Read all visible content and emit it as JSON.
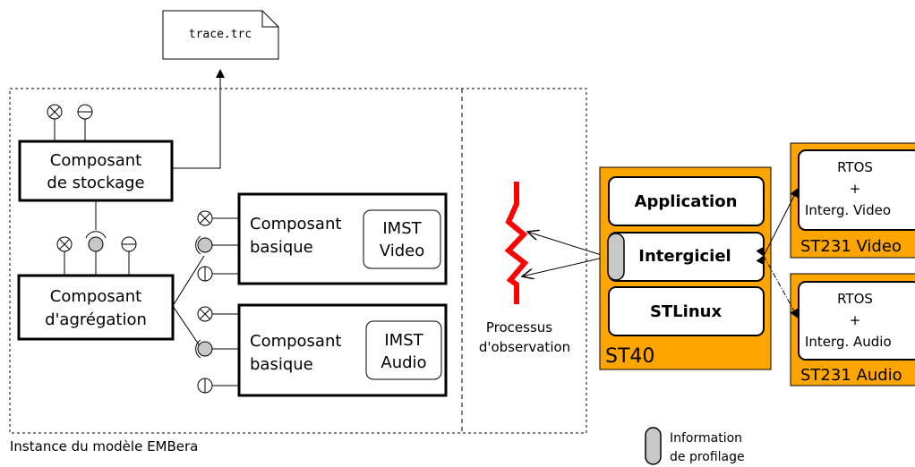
{
  "trace_file": "trace.trc",
  "instance_label": "Instance du modèle EMBera",
  "storage_component": {
    "line1": "Composant",
    "line2": "de stockage"
  },
  "aggregation_component": {
    "line1": "Composant",
    "line2": "d'agrégation"
  },
  "basic_video": {
    "line1": "Composant",
    "line2": "basique",
    "imst_line1": "IMST",
    "imst_line2": "Video"
  },
  "basic_audio": {
    "line1": "Composant",
    "line2": "basique",
    "imst_line1": "IMST",
    "imst_line2": "Audio"
  },
  "observation": {
    "line1": "Processus",
    "line2": "d'observation"
  },
  "st40": {
    "label": "ST40",
    "application": "Application",
    "middleware": "Intergiciel",
    "os": "STLinux"
  },
  "st231_video": {
    "rtos": "RTOS",
    "plus": "+",
    "interg": "Interg. Video",
    "label": "ST231 Video"
  },
  "st231_audio": {
    "rtos": "RTOS",
    "plus": "+",
    "interg": "Interg. Audio",
    "label": "ST231 Audio"
  },
  "legend": {
    "line1": "Information",
    "line2": "de profilage"
  },
  "colors": {
    "orange": "#ffa500",
    "grey_fill": "#c8c8c8",
    "red": "#ff0000"
  }
}
